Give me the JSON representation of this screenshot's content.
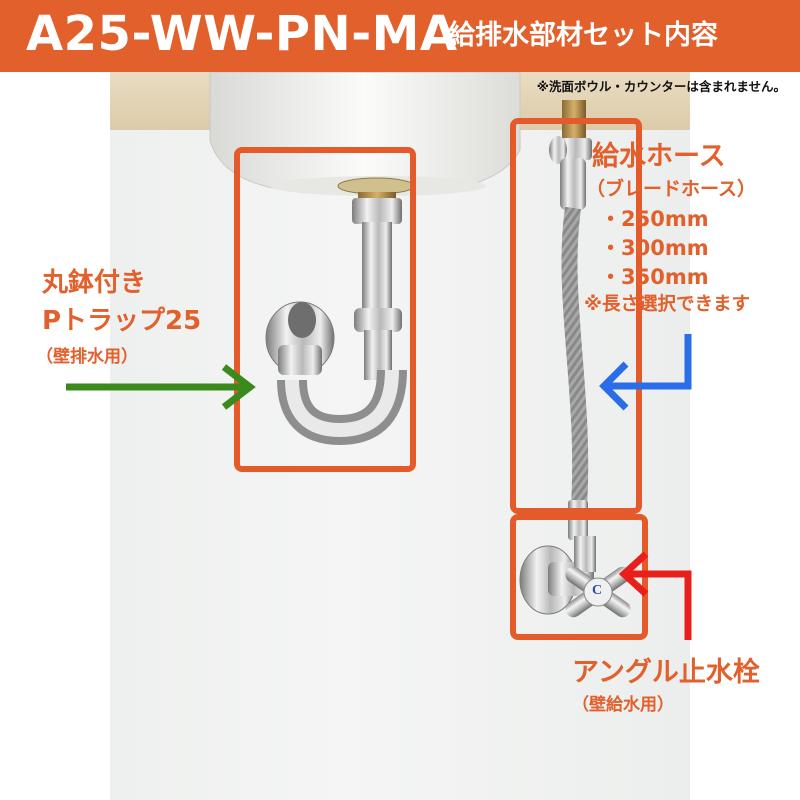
{
  "header": {
    "model": "A25-WW-PN-MA",
    "subtitle": "給排水部材セット内容"
  },
  "note": "※洗面ボウル・カウンターは含まれません。",
  "trap": {
    "line1": "丸鉢付き",
    "line2": "Pトラップ25",
    "line3": "（壁排水用）"
  },
  "hose": {
    "title": "給水ホース",
    "subtitle": "（ブレードホース）",
    "options": [
      "・250mm",
      "・300mm",
      "・350mm"
    ],
    "note": "※長さ選択できます"
  },
  "valve": {
    "title": "アングル止水栓",
    "subtitle": "（壁給水用）",
    "knob_letter": "C"
  },
  "colors": {
    "header": "#e2602c",
    "box": "#e55a2a",
    "arrow_green": "#3a8a1e",
    "arrow_blue": "#2a6de8",
    "arrow_red": "#e8201c",
    "label": "#e2602c"
  }
}
